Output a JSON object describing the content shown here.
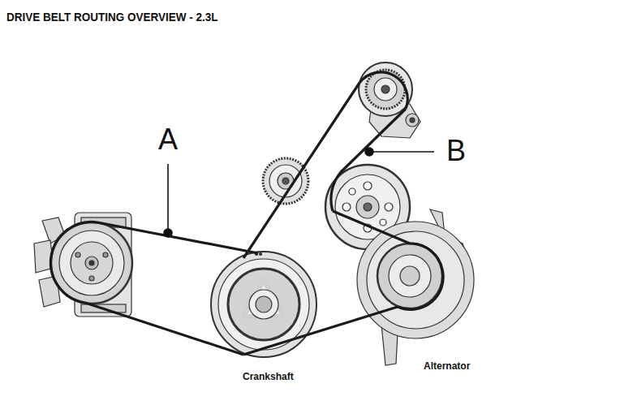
{
  "diagram": {
    "title": "DRIVE BELT ROUTING OVERVIEW - 2.3L",
    "labels": [
      "A",
      "B",
      "Crankshaft",
      "Alternator"
    ]
  }
}
